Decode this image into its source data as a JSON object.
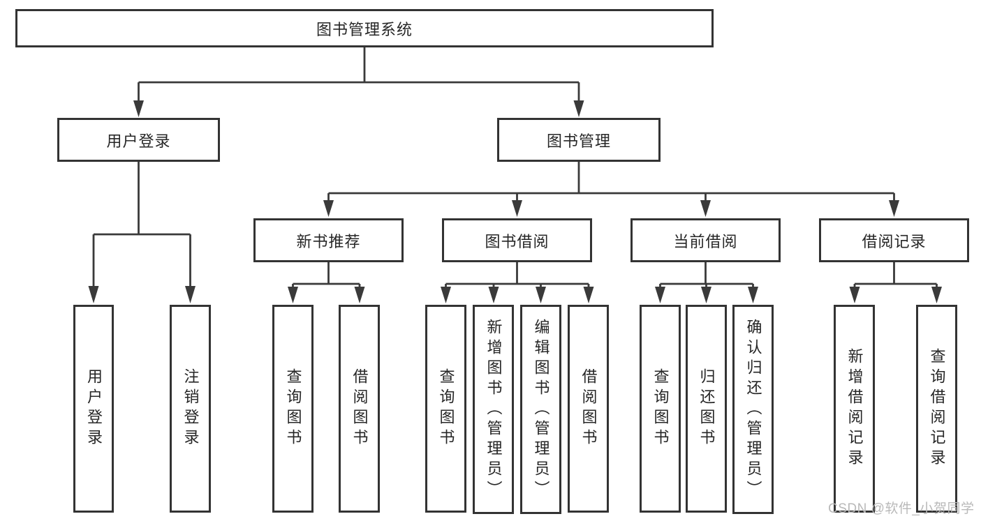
{
  "diagram": {
    "nodes": {
      "root": "图书管理系统",
      "user_login": "用户登录",
      "book_management": "图书管理",
      "new_book_recommend": "新书推荐",
      "book_borrow": "图书借阅",
      "current_borrow": "当前借阅",
      "borrow_records": "借阅记录",
      "leaf_user_login": "用户登录",
      "leaf_logout": "注销登录",
      "nbr_query_books": "查询图书",
      "nbr_borrow_books": "借阅图书",
      "bb_query_books": "查询图书",
      "bb_add_books_admin": "新增图书（管理员）",
      "bb_edit_books_admin": "编辑图书（管理员）",
      "bb_borrow_books": "借阅图书",
      "cb_query_books": "查询图书",
      "cb_return_books": "归还图书",
      "cb_confirm_return_admin": "确认归还（管理员）",
      "br_add_record": "新增借阅记录",
      "br_query_record": "查询借阅记录"
    },
    "colors": {
      "line": "#3a3a3a",
      "box_border": "#333333",
      "text": "#262626",
      "watermark": "#b9b9b9"
    },
    "watermark": "CSDN @软件_小贺同学"
  }
}
